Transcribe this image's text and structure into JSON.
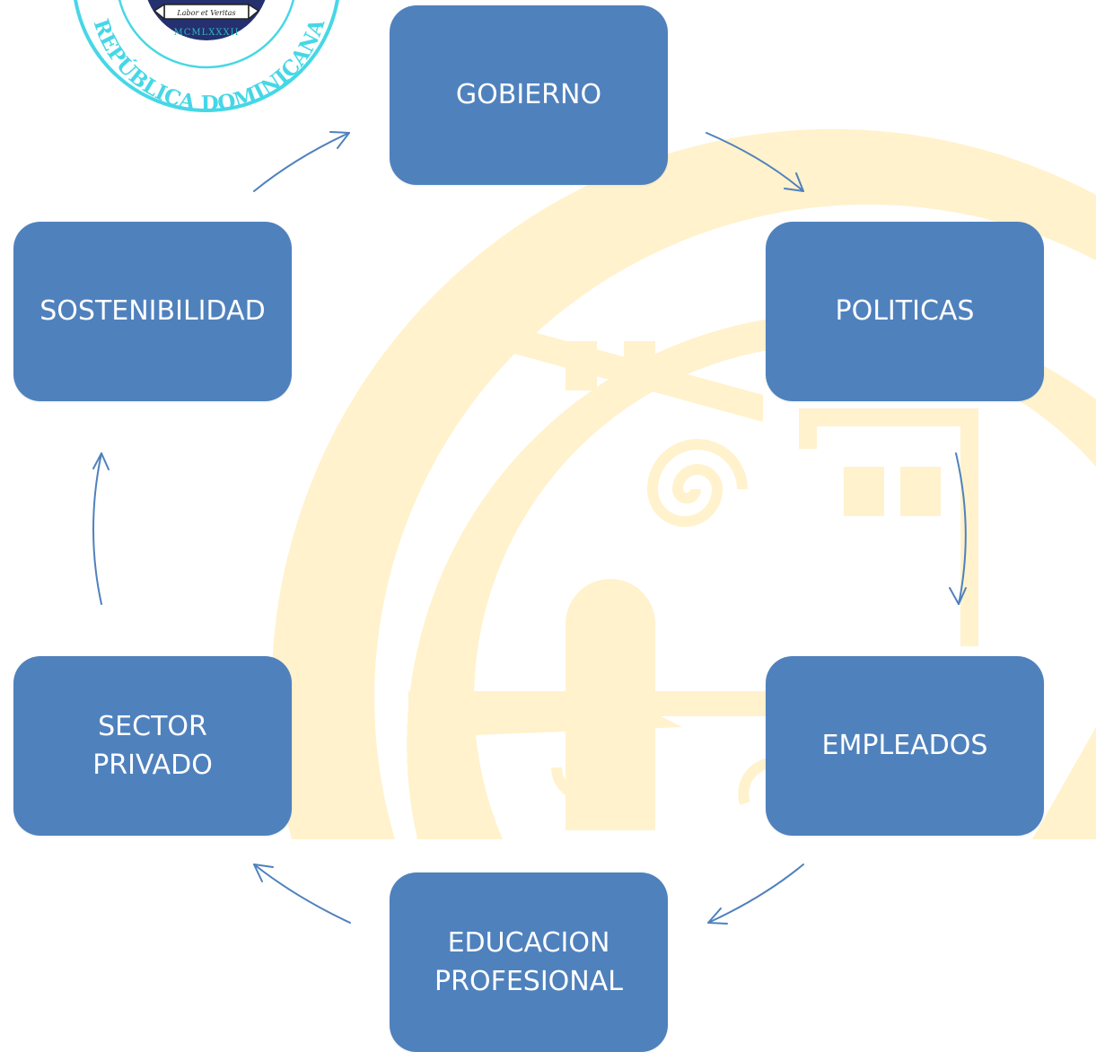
{
  "seal": {
    "arc_text": "REPÚBLICA DOMINICANA",
    "motto": "Labor et Veritas",
    "year": "MCMLXXXII"
  },
  "colors": {
    "node_fill": "#4f81bd",
    "node_text": "#ffffff",
    "arrow": "#4f81bd",
    "watermark": "#fff2cc",
    "seal_ring": "#46d7e6"
  },
  "nodes": [
    {
      "label": "GOBIERNO"
    },
    {
      "label": "POLITICAS"
    },
    {
      "label": "EMPLEADOS"
    },
    {
      "label": "EDUCACION\nPROFESIONAL"
    },
    {
      "label": "SECTOR\nPRIVADO"
    },
    {
      "label": "SOSTENIBILIDAD"
    }
  ],
  "edges": [
    {
      "from": "GOBIERNO",
      "to": "POLITICAS"
    },
    {
      "from": "POLITICAS",
      "to": "EMPLEADOS"
    },
    {
      "from": "EMPLEADOS",
      "to": "EDUCACION\nPROFESIONAL"
    },
    {
      "from": "EDUCACION\nPROFESIONAL",
      "to": "SECTOR\nPRIVADO"
    },
    {
      "from": "SECTOR\nPRIVADO",
      "to": "SOSTENIBILIDAD"
    },
    {
      "from": "SOSTENIBILIDAD",
      "to": "GOBIERNO"
    }
  ]
}
